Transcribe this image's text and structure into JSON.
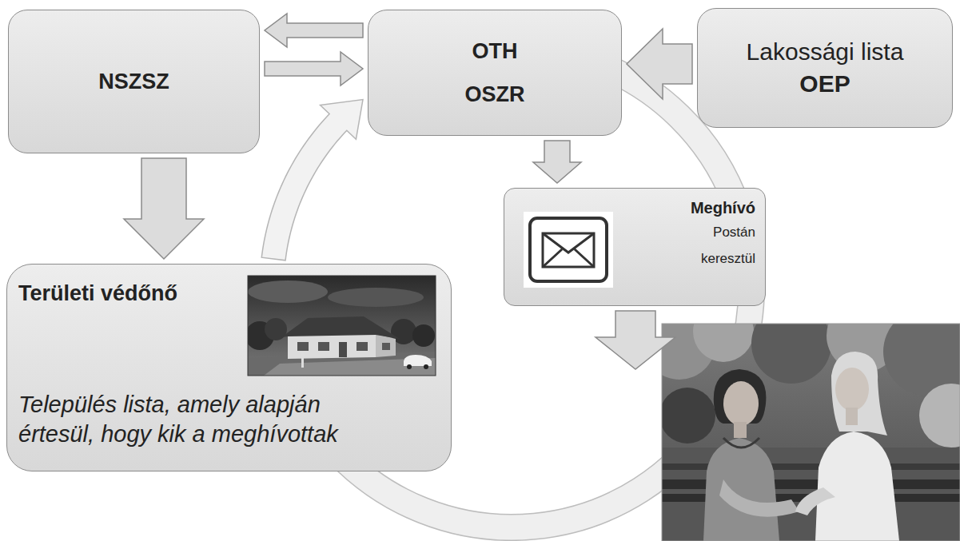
{
  "diagram": {
    "nodes": [
      {
        "text": [
          "NSZSZ"
        ]
      },
      {
        "text": [
          "OTH",
          "OSZR"
        ]
      },
      {
        "text": [
          "Lakossági lista",
          "OEP"
        ]
      },
      {
        "text": [
          "Meghívó",
          "Postán keresztül"
        ]
      },
      {
        "text": [
          "Területi védőnő",
          "Település lista, amely alapján értesül, hogy kik a meghívottak"
        ]
      }
    ],
    "edges": [
      {
        "from": 1,
        "to": 0,
        "arrow": "to"
      },
      {
        "from": 0,
        "to": 1,
        "arrow": "to"
      },
      {
        "from": 2,
        "to": 1,
        "arrow": "to"
      },
      {
        "from": 0,
        "to": 4,
        "arrow": "to"
      },
      {
        "from": 1,
        "to": 3,
        "arrow": "to"
      },
      {
        "from": 4,
        "to": 1,
        "arrow": "to"
      }
    ]
  }
}
